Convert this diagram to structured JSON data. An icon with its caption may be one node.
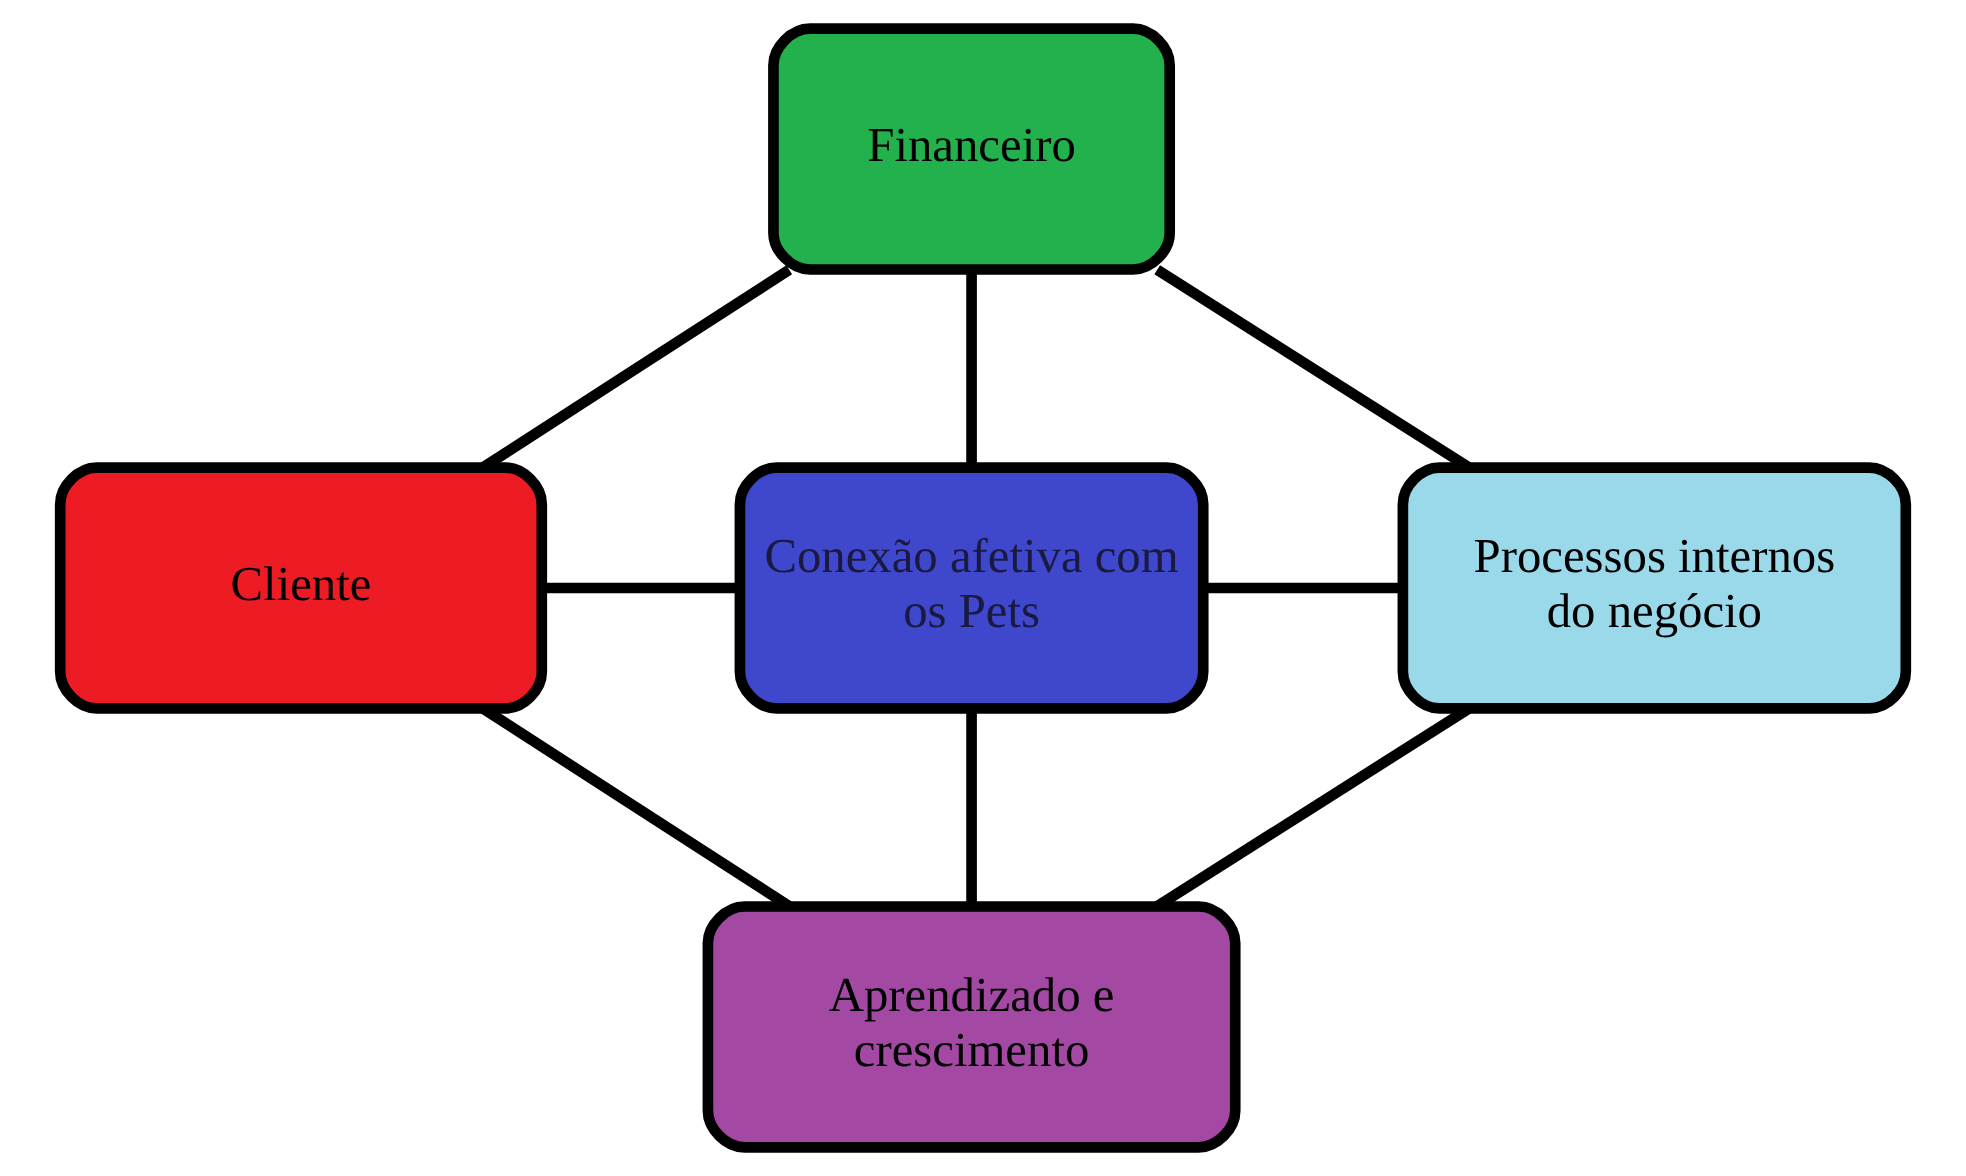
{
  "diagram": {
    "nodes": [
      {
        "text": [
          "Financeiro"
        ]
      },
      {
        "text": [
          "Cliente"
        ]
      },
      {
        "text": [
          "Conexão afetiva com os Pets"
        ]
      },
      {
        "text": [
          "Processos internos do negócio"
        ]
      },
      {
        "text": [
          "Aprendizado e crescimento"
        ]
      }
    ],
    "edges": [
      {
        "from": 0,
        "to": 1,
        "arrow": "none"
      },
      {
        "from": 0,
        "to": 2,
        "arrow": "none"
      },
      {
        "from": 0,
        "to": 3,
        "arrow": "none"
      },
      {
        "from": 1,
        "to": 2,
        "arrow": "none"
      },
      {
        "from": 2,
        "to": 3,
        "arrow": "none"
      },
      {
        "from": 1,
        "to": 4,
        "arrow": "none"
      },
      {
        "from": 2,
        "to": 4,
        "arrow": "none"
      },
      {
        "from": 3,
        "to": 4,
        "arrow": "none"
      }
    ]
  }
}
